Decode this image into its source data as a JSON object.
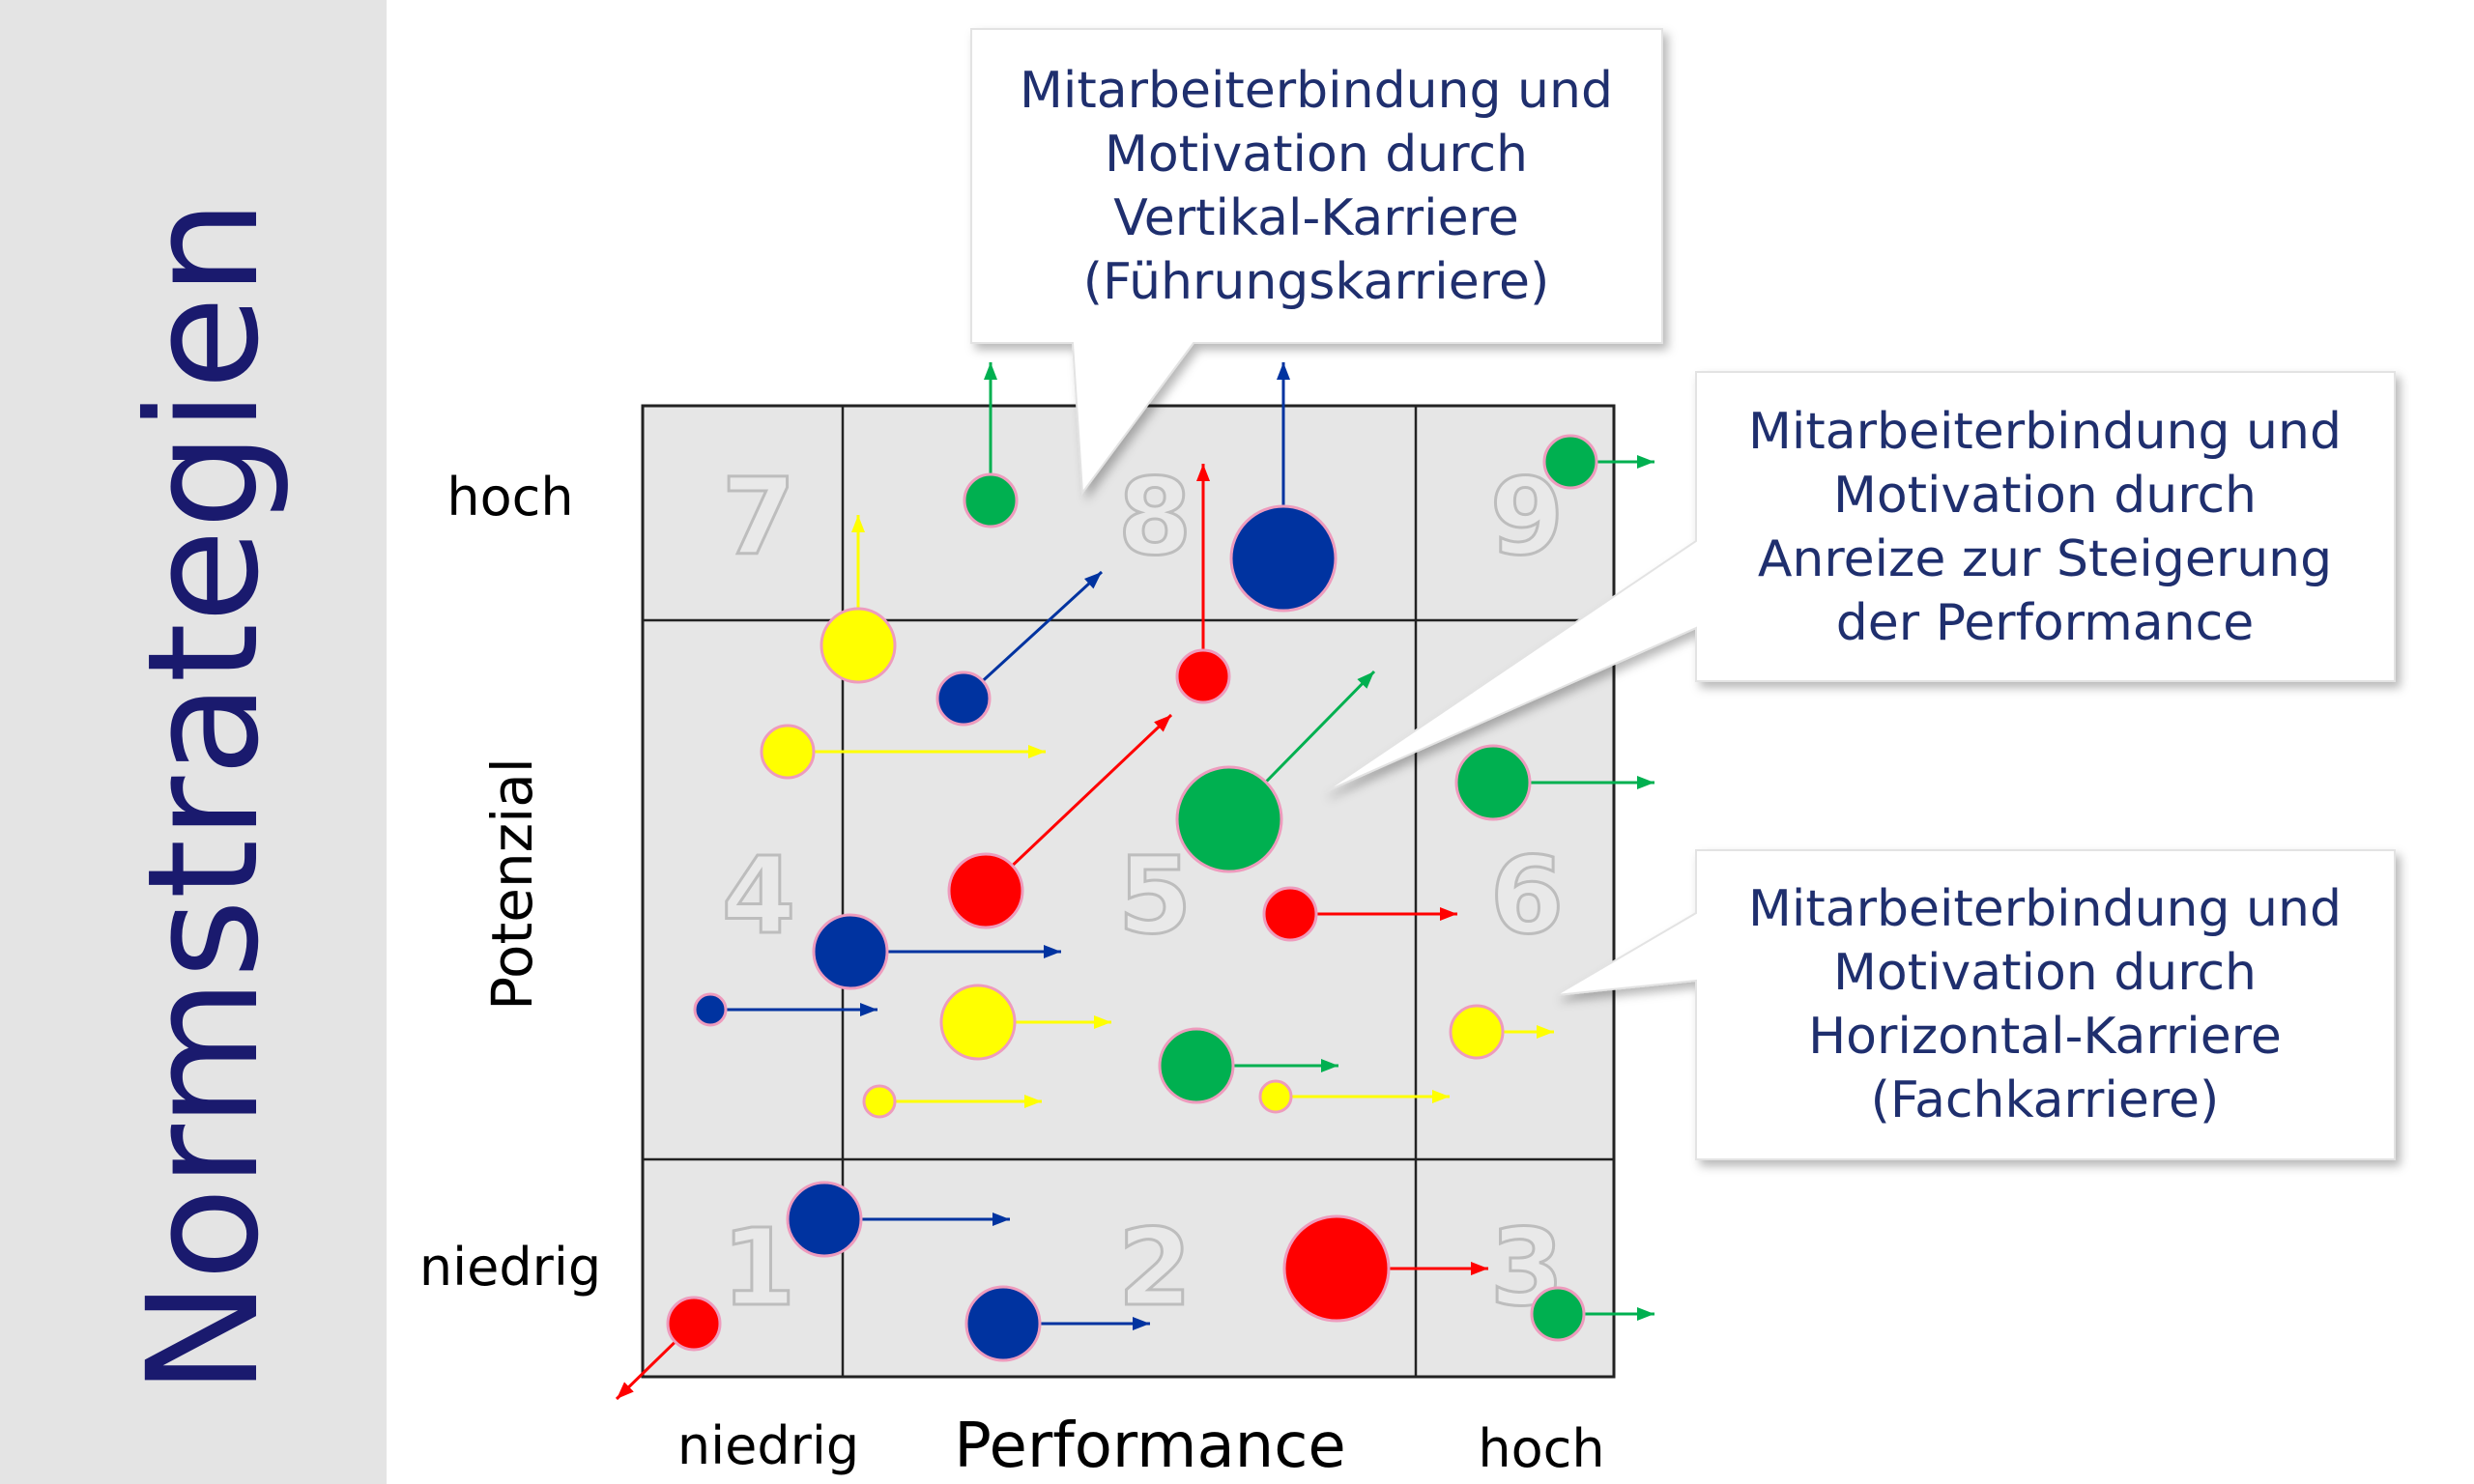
{
  "sidebar": {
    "title": "Normstrategien"
  },
  "axes": {
    "y_title": "Potenzial",
    "y_high": "hoch",
    "y_low": "niedrig",
    "x_title": "Performance",
    "x_low": "niedrig",
    "x_high": "hoch"
  },
  "cells": [
    "1",
    "2",
    "3",
    "4",
    "5",
    "6",
    "7",
    "8",
    "9"
  ],
  "callouts": [
    {
      "lines": [
        "Mitarbeiterbindung und",
        "Motivation durch",
        "Vertikal-Karriere",
        "(Führungskarriere)"
      ]
    },
    {
      "lines": [
        "Mitarbeiterbindung und",
        "Motivation durch",
        "Anreize zur Steigerung",
        "der Performance"
      ]
    },
    {
      "lines": [
        "Mitarbeiterbindung und",
        "Motivation durch",
        "Horizontal-Karriere",
        "(Fachkarriere)"
      ]
    }
  ],
  "colors": {
    "red": "#ff0000",
    "blue": "#0033a0",
    "green": "#00b050",
    "yellow": "#ffff00",
    "callout_text": "#1f2f6e",
    "sidebar_title": "#1a1a6e"
  },
  "bubbles": [
    {
      "color": "green",
      "size": "small",
      "arrow": "up"
    },
    {
      "color": "blue",
      "size": "large",
      "arrow": "up"
    },
    {
      "color": "green",
      "size": "small",
      "arrow": "right"
    },
    {
      "color": "yellow",
      "size": "medium",
      "arrow": "up"
    },
    {
      "color": "blue",
      "size": "small",
      "arrow": "up-right"
    },
    {
      "color": "red",
      "size": "small",
      "arrow": "up"
    },
    {
      "color": "yellow",
      "size": "small",
      "arrow": "right"
    },
    {
      "color": "green",
      "size": "large",
      "arrow": "up-right"
    },
    {
      "color": "green",
      "size": "medium",
      "arrow": "right"
    },
    {
      "color": "red",
      "size": "medium",
      "arrow": "up-right"
    },
    {
      "color": "blue",
      "size": "medium",
      "arrow": "right"
    },
    {
      "color": "red",
      "size": "small",
      "arrow": "right"
    },
    {
      "color": "blue",
      "size": "tiny",
      "arrow": "right"
    },
    {
      "color": "yellow",
      "size": "medium",
      "arrow": "right"
    },
    {
      "color": "yellow",
      "size": "small",
      "arrow": "right"
    },
    {
      "color": "green",
      "size": "medium",
      "arrow": "right"
    },
    {
      "color": "yellow",
      "size": "tiny",
      "arrow": "right"
    },
    {
      "color": "yellow",
      "size": "tiny",
      "arrow": "right"
    },
    {
      "color": "blue",
      "size": "medium",
      "arrow": "right"
    },
    {
      "color": "red",
      "size": "small",
      "arrow": "down-left"
    },
    {
      "color": "blue",
      "size": "medium",
      "arrow": "right"
    },
    {
      "color": "red",
      "size": "large",
      "arrow": "right"
    },
    {
      "color": "green",
      "size": "small",
      "arrow": "right"
    }
  ]
}
